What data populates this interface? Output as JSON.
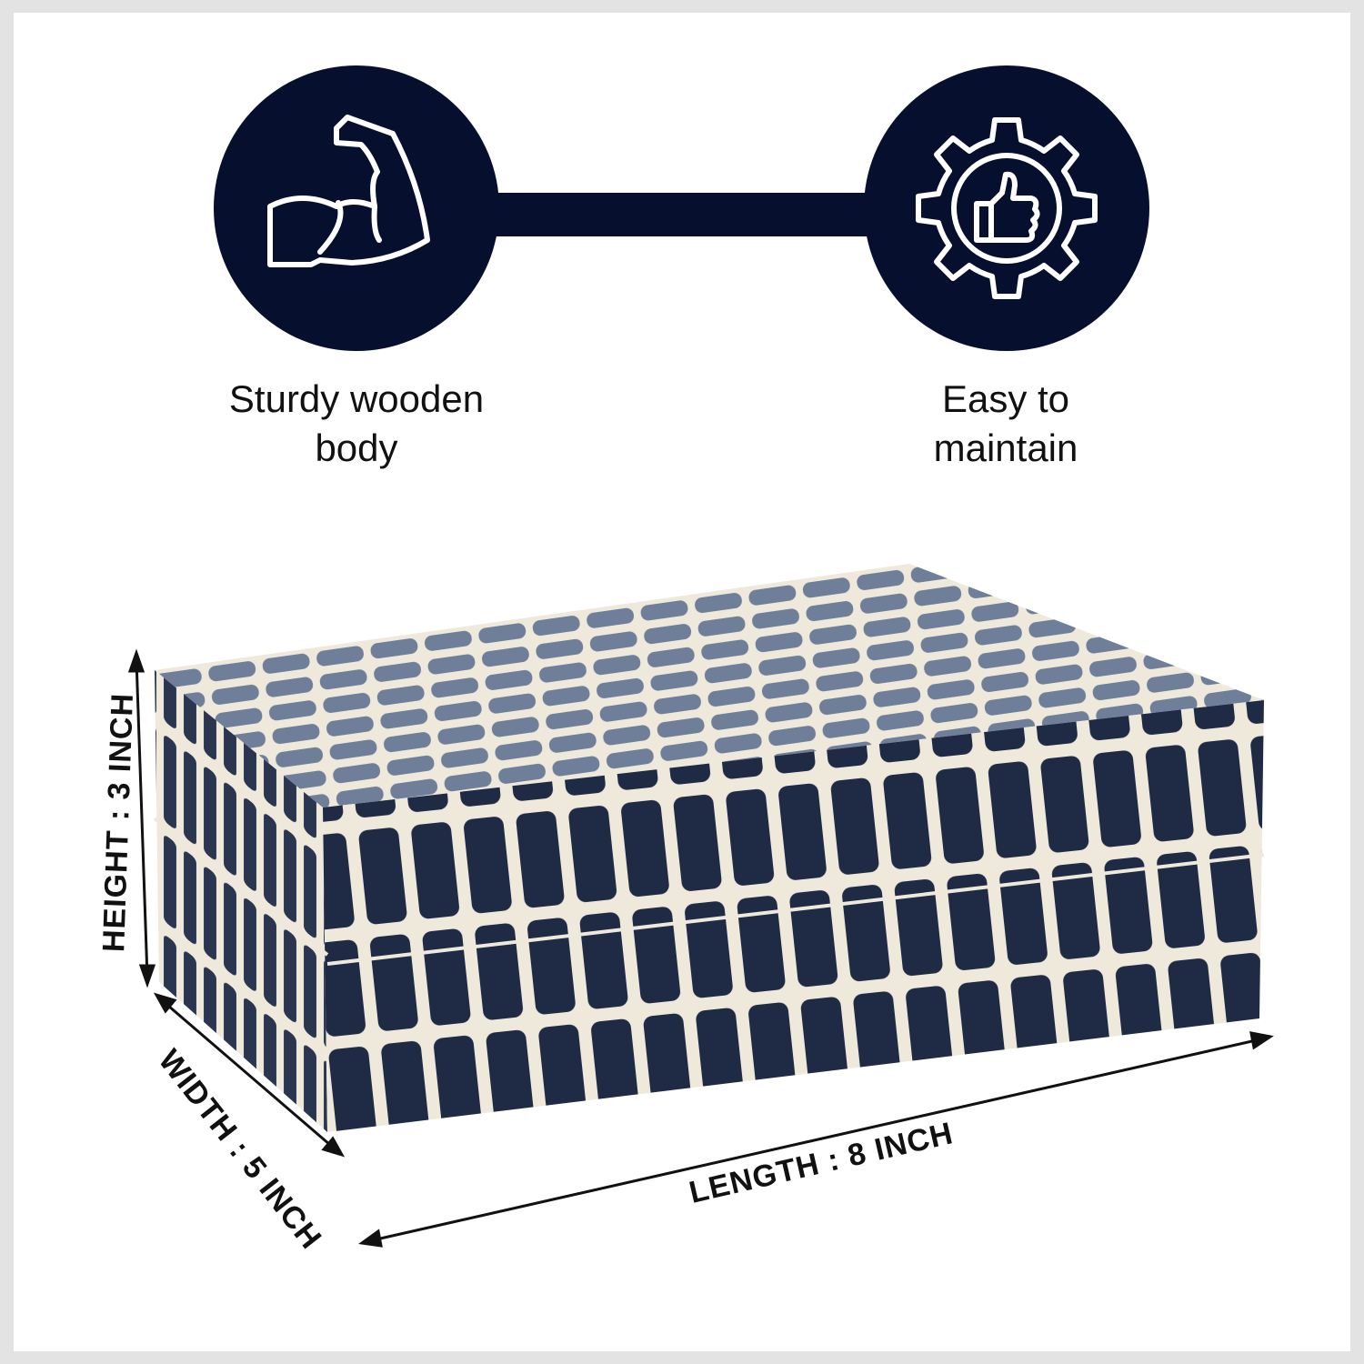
{
  "features": [
    {
      "label_line1": "Sturdy wooden",
      "label_line2": "body",
      "icon": "flexed-arm-icon"
    },
    {
      "label_line1": "Easy to",
      "label_line2": "maintain",
      "icon": "gear-thumbs-up-icon"
    }
  ],
  "dimensions": {
    "height": "HEIGHT : 3 INCH",
    "width": "WIDTH : 5 INCH",
    "length": "LENGTH : 8 INCH"
  },
  "colors": {
    "navy": "#06102e",
    "frame": "#e3e3e3",
    "bone": "#efe9dc",
    "tile_dark": "#1f2a44",
    "tile_light": "#6f7f99"
  }
}
